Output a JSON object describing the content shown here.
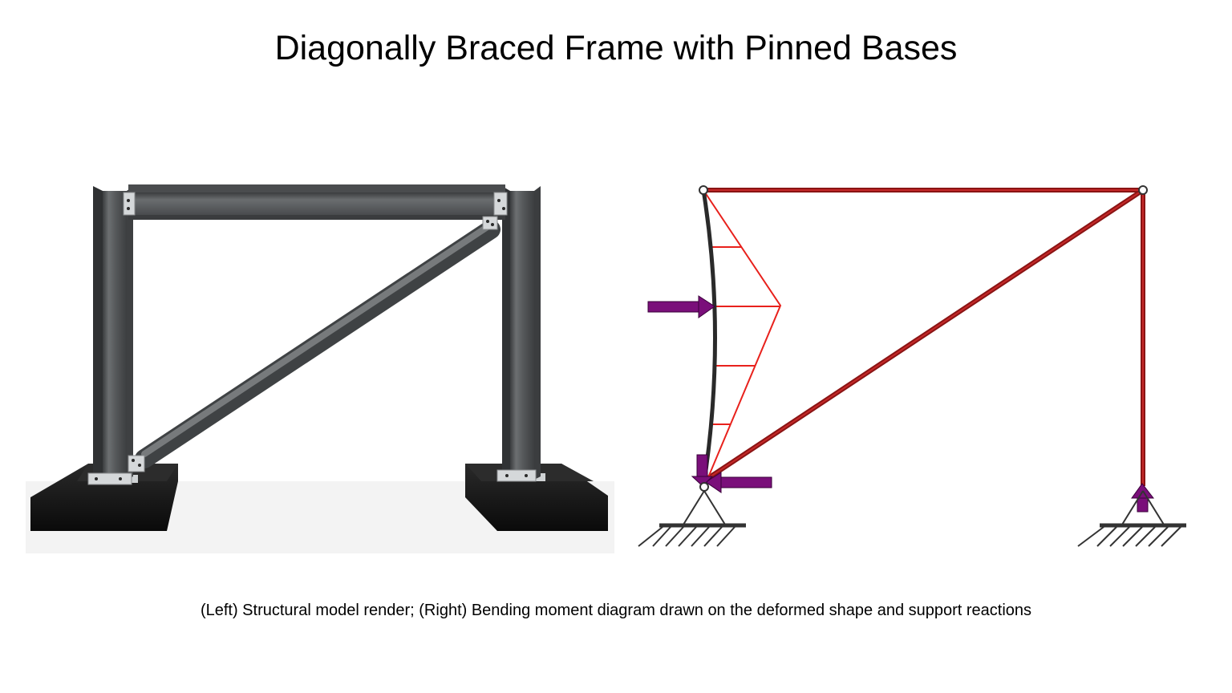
{
  "title": "Diagonally Braced Frame with Pinned Bases",
  "caption": "(Left) Structural model render; (Right) Bending moment diagram drawn on the deformed shape and support reactions",
  "colors": {
    "frame_member": "#a01c1c",
    "moment_diagram": "#e8211c",
    "deformed_column": "#2a2a2a",
    "reaction_arrow": "#7a0f7a",
    "steel": "#5a5d5f",
    "footing": "#141414"
  },
  "panels": [
    {
      "name": "structural-model-render"
    },
    {
      "name": "bending-moment-diagram"
    }
  ]
}
